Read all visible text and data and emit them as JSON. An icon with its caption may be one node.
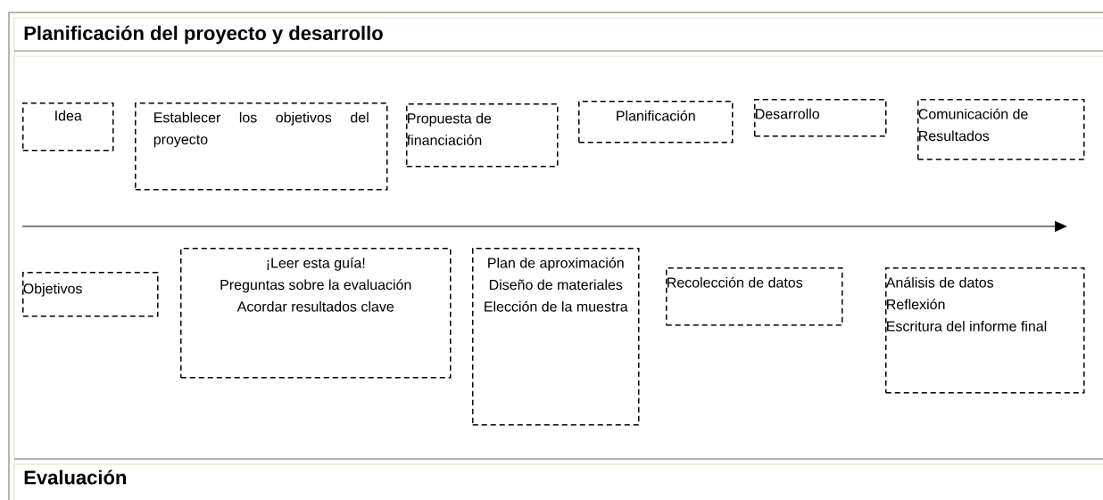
{
  "diagram": {
    "title": "Planificación del proyecto y desarrollo",
    "nodes": [
      {
        "text": [
          "Idea"
        ]
      },
      {
        "text": [
          "Establecer los objetivos del proyecto"
        ]
      },
      {
        "text": [
          "Propuesta de financiación"
        ]
      },
      {
        "text": [
          "Planificación"
        ]
      },
      {
        "text": [
          "Desarrollo"
        ]
      },
      {
        "text": [
          "Comunicación de Resultados"
        ]
      },
      {
        "text": [
          "Objetivos"
        ]
      },
      {
        "text": [
          "¡Leer esta guía!",
          "Preguntas sobre la evaluación",
          "Acordar resultados clave"
        ]
      },
      {
        "text": [
          "Plan de aproximación",
          "Diseño de materiales",
          "Elección de la muestra"
        ]
      },
      {
        "text": [
          "Recolección de datos"
        ]
      },
      {
        "text": [
          "Análisis de datos",
          "Reflexión",
          "Escritura del informe final"
        ]
      }
    ],
    "labels": [
      "Evaluación"
    ]
  }
}
